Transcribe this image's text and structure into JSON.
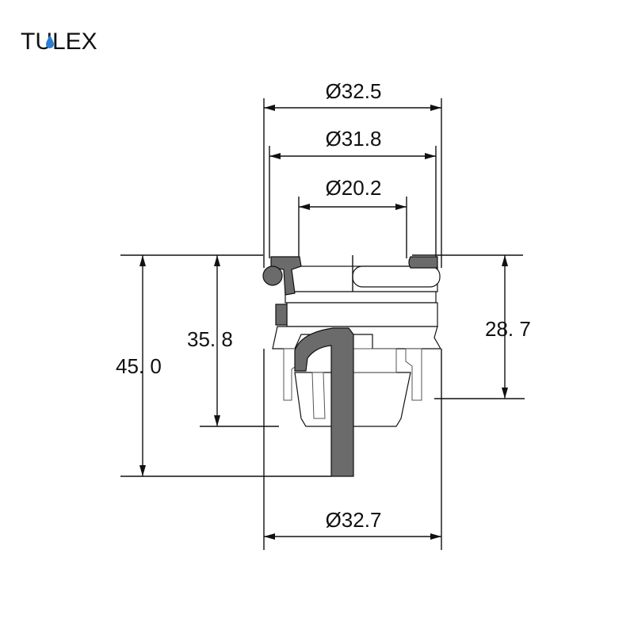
{
  "logo": {
    "text": "TULEX",
    "accent_color": "#2a7fd4"
  },
  "dimensions": {
    "top_outer_diameter": "Ø32.5",
    "top_mid_diameter": "Ø31.8",
    "top_inner_diameter": "Ø20.2",
    "bottom_diameter": "Ø32.7",
    "total_height": "45. 0",
    "inner_height": "35. 8",
    "right_height": "28. 7"
  },
  "colors": {
    "seal": "#6b6b6b",
    "line": "#111111",
    "background": "#ffffff"
  }
}
